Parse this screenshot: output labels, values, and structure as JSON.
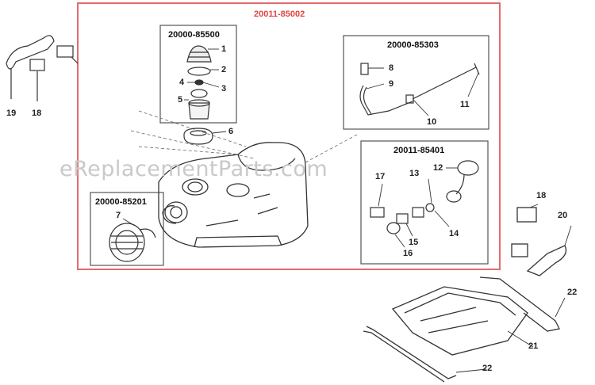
{
  "assembly": {
    "main_code": "20011-85002",
    "sub_boxes": {
      "cap_assembly": "20000-85500",
      "filter_assembly": "20000-85201",
      "line_assembly": "20000-85303",
      "primer_assembly": "20011-85401"
    }
  },
  "watermark": "eReplacementParts.com",
  "callouts": {
    "c1": "1",
    "c2": "2",
    "c3": "3",
    "c4": "4",
    "c5": "5",
    "c6": "6",
    "c7": "7",
    "c8": "8",
    "c9": "9",
    "c10": "10",
    "c11": "11",
    "c12": "12",
    "c13": "13",
    "c14": "14",
    "c15": "15",
    "c16": "16",
    "c17": "17",
    "c18a": "18",
    "c18b": "18",
    "c19": "19",
    "c20": "20",
    "c21": "21",
    "c22a": "22",
    "c22b": "22"
  },
  "colors": {
    "assembly_frame": "#e36a6a",
    "line": "#333333",
    "box": "#555555"
  }
}
